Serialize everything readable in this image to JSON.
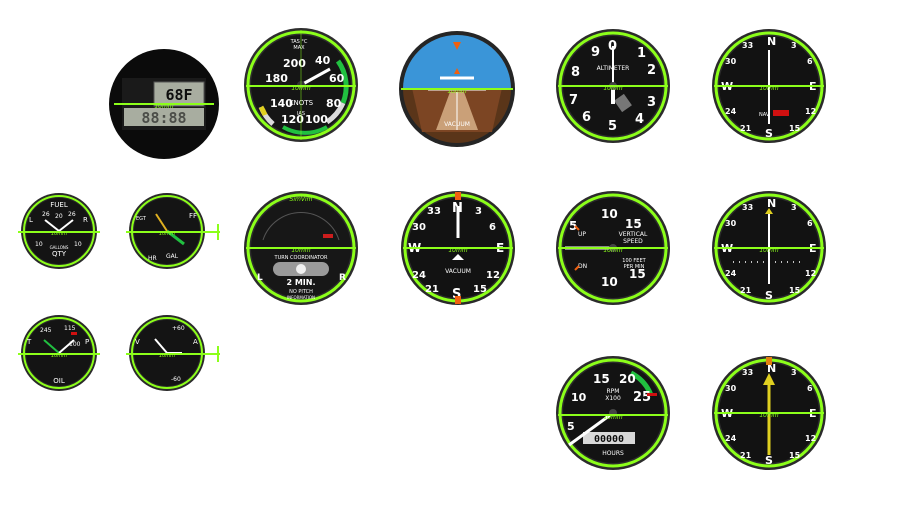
{
  "overlay_label": "10mm",
  "clock": {
    "display": "68F",
    "segments": "88:88"
  },
  "airspeed": {
    "scale": [
      "200",
      "180",
      "40",
      "60",
      "80",
      "140",
      "120",
      "100"
    ],
    "units": "KNOTS",
    "ias": "IAS",
    "top_text": "TAS  °C",
    "top_text2": "MAX"
  },
  "attitude": {
    "label": "VACUUM"
  },
  "altimeter": {
    "digits": [
      "9",
      "0",
      "1",
      "2",
      "3",
      "4",
      "5",
      "6",
      "7",
      "8"
    ],
    "label": "ALTIMETER"
  },
  "nav1": {
    "label": "NAV",
    "card": [
      "N",
      "33",
      "30",
      "W",
      "24",
      "21",
      "S",
      "15",
      "12",
      "E",
      "6",
      "3"
    ]
  },
  "fuel": {
    "title": "FUEL",
    "left": "L",
    "right": "R",
    "numbers": [
      "26",
      "20",
      "26",
      "10",
      "10"
    ],
    "sub1": "QTY",
    "sub2": "GALLONS"
  },
  "egt": {
    "left": "EGT",
    "right": "FF",
    "sub1": "GAL",
    "sub2": "HR"
  },
  "turn": {
    "brand": "SimVim",
    "title": "TURN COORDINATOR",
    "min": "2 MIN.",
    "l": "L",
    "r": "R",
    "sub1": "NO PITCH",
    "sub2": "INFORMATION"
  },
  "heading": {
    "card": [
      "N",
      "3",
      "6",
      "E",
      "12",
      "15",
      "S",
      "21",
      "24",
      "W",
      "30",
      "33"
    ],
    "label": "VACUUM"
  },
  "vsi": {
    "up": "UP",
    "dn": "DN",
    "title1": "VERTICAL",
    "title2": "SPEED",
    "n10a": "10",
    "n15a": "15",
    "n5": "5",
    "n10b": "10",
    "n15b": "15",
    "sub1": "100 FEET",
    "sub2": "PER MIN"
  },
  "nav2": {
    "card": [
      "N",
      "33",
      "30",
      "W",
      "24",
      "21",
      "S",
      "15",
      "12",
      "E",
      "6",
      "3"
    ]
  },
  "oil": {
    "t": "T",
    "p": "P",
    "n1": "245",
    "n2": "115",
    "n3": "100",
    "sub": "OIL"
  },
  "vac": {
    "n1": "+60",
    "n2": "-60",
    "a": "V",
    "b": "A"
  },
  "tach": {
    "n": [
      "15",
      "20",
      "25",
      "10",
      "5"
    ],
    "rpm": "RPM",
    "x": "X100",
    "hours": "HOURS",
    "counter": "00000"
  },
  "adf": {
    "card": [
      "N",
      "33",
      "30",
      "W",
      "24",
      "21",
      "S",
      "15",
      "12",
      "E",
      "6",
      "3"
    ]
  },
  "colors": {
    "overlay": "#8cff1a",
    "dial": "#141414",
    "bezel": "#2a2a2a",
    "sky": "#3a95d8",
    "ground": "#6a3b1d"
  }
}
